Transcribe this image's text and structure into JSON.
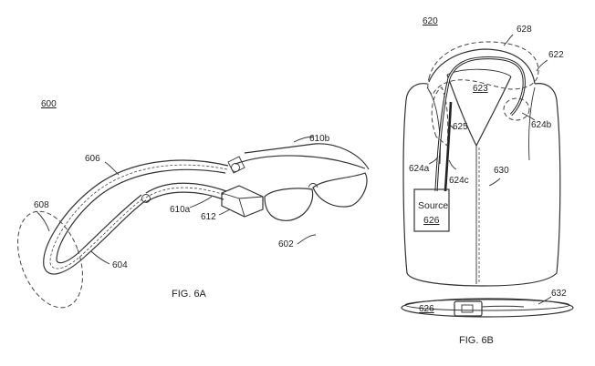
{
  "labels": {
    "fig6a_ref": "600",
    "frame_temple": "606",
    "right_temple": "610b",
    "ear_region": "608",
    "hook_part": "604",
    "inner_temple": "610a",
    "module": "612",
    "lens_unit": "602",
    "fig6b_ref": "620",
    "collar_region": "628",
    "vest": "622",
    "interior": "623",
    "cable_end": "624b",
    "cable_mid": "625",
    "cable_left": "624a",
    "cable_connector": "624c",
    "garment": "630",
    "source_text": "Source",
    "source_num": "626",
    "belt": "632",
    "belt_source_num": "626"
  },
  "captions": {
    "fig6a": "FIG. 6A",
    "fig6b": "FIG. 6B"
  }
}
